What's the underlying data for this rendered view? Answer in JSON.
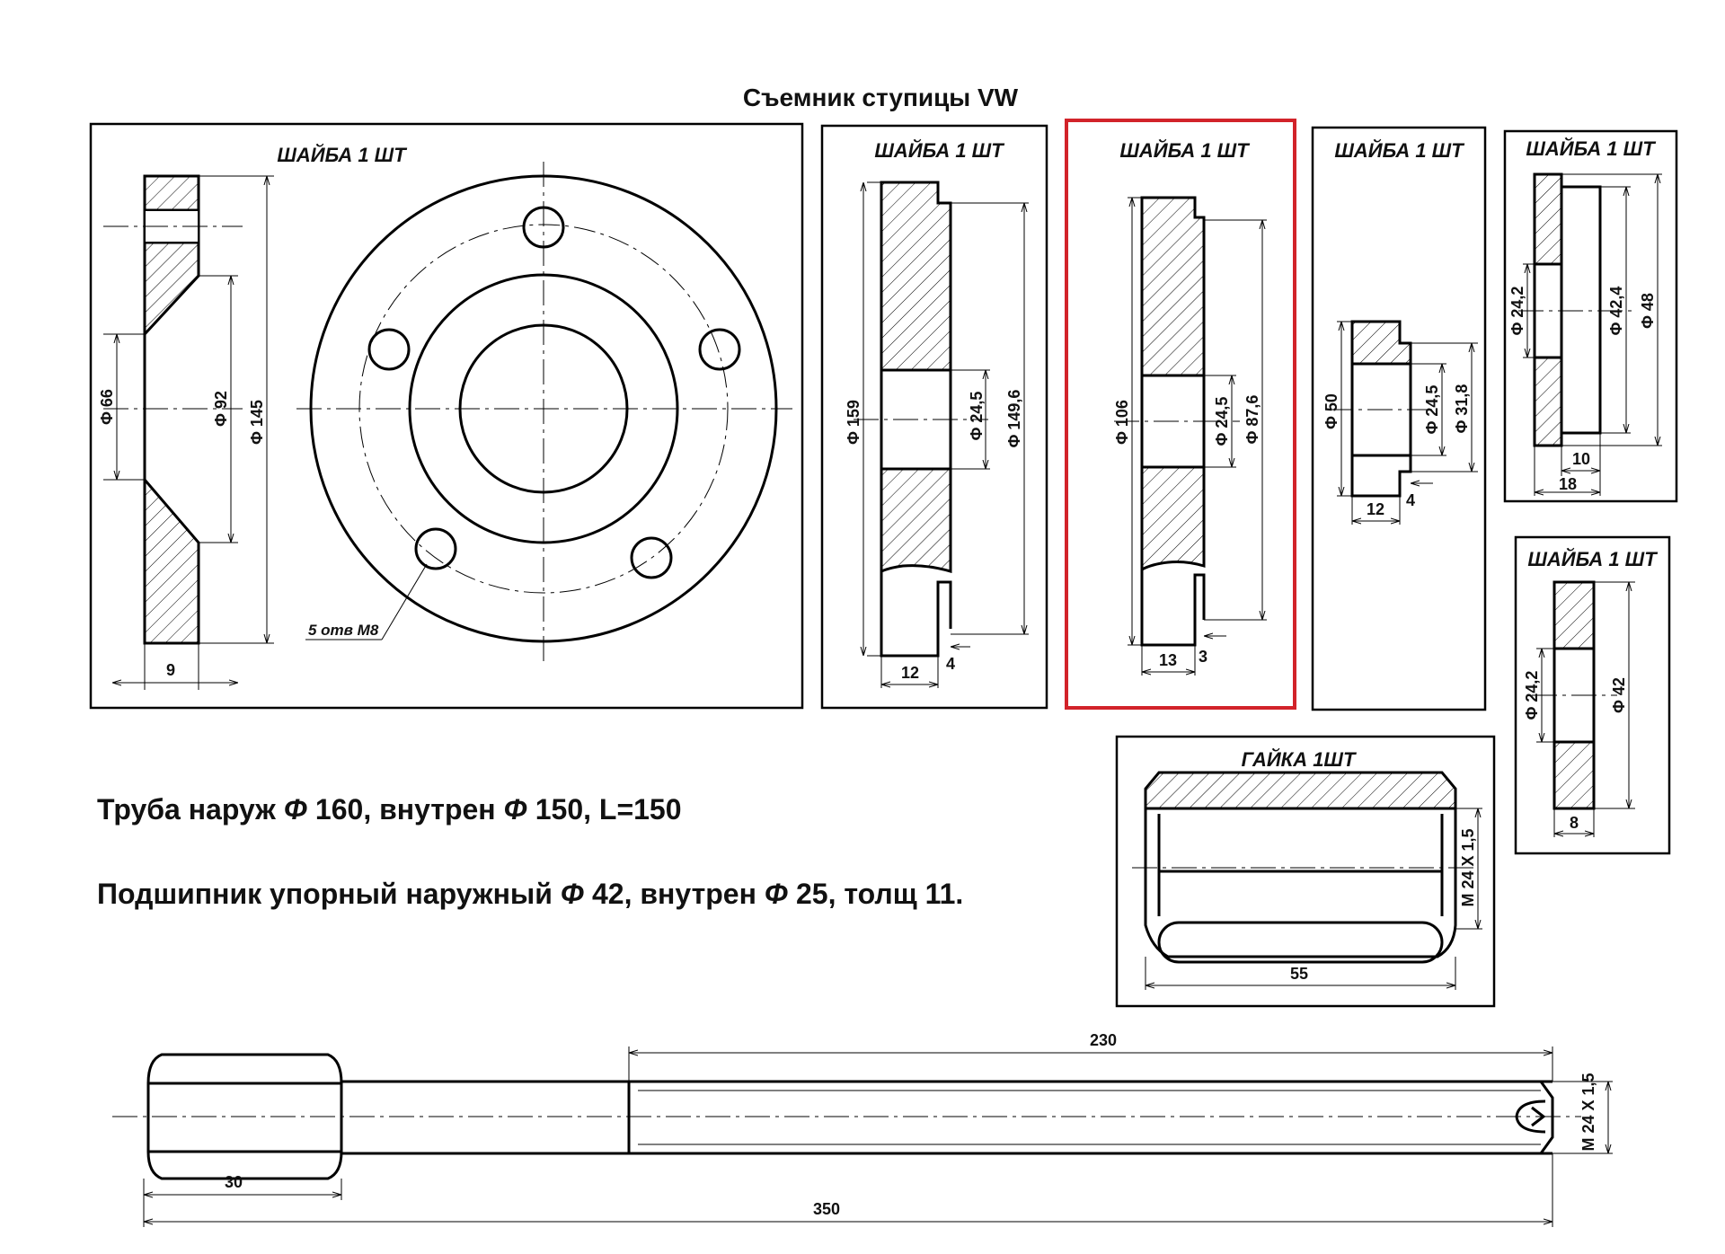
{
  "title": "Съемник ступицы VW",
  "symbols": {
    "diameter": "Φ"
  },
  "colors": {
    "highlight": "#d2232a",
    "ink": "#000000"
  },
  "panels": {
    "flange": {
      "heading": "ШАЙБА 1 ШТ",
      "dims": {
        "d145": "145",
        "d92": "92",
        "d66": "66",
        "t9": "9",
        "holes": "5 отв М8"
      }
    },
    "washer2": {
      "heading": "ШАЙБА 1 ШТ",
      "dims": {
        "d159": "159",
        "d24_5": "24,5",
        "d149_6": "149,6",
        "t12": "12",
        "t4": "4"
      }
    },
    "washer3": {
      "heading": "ШАЙБА 1 ШТ",
      "dims": {
        "d106": "106",
        "d24_5": "24,5",
        "d87_6": "87,6",
        "t13": "13",
        "t3": "3"
      }
    },
    "washer4": {
      "heading": "ШАЙБА 1 ШТ",
      "dims": {
        "d50": "50",
        "d24_5": "24,5",
        "d31_8": "31,8",
        "t12": "12",
        "t4": "4"
      }
    },
    "washer5": {
      "heading": "ШАЙБА 1 ШТ",
      "dims": {
        "d24_2": "24,2",
        "d42_4": "42,4",
        "d48": "48",
        "t10": "10",
        "t18": "18"
      }
    },
    "washer6": {
      "heading": "ШАЙБА 1 ШТ",
      "dims": {
        "d24_2": "24,2",
        "d42": "42",
        "t8": "8"
      }
    },
    "nut": {
      "heading": "ГАЙКА 1ШТ",
      "dims": {
        "thread": "М 24 Х 1,5",
        "len": "55"
      }
    }
  },
  "notes": {
    "pipe": {
      "a": "Труба  наруж",
      "b": "160, внутрен",
      "c": "150,  L=150"
    },
    "bearing": {
      "a": "Подшипник упорный наружный",
      "b": "42, внутрен",
      "c": "25, толщ 11."
    }
  },
  "bolt": {
    "dims": {
      "thread_len": "230",
      "total": "350",
      "head": "30",
      "thread": "М 24 Х 1,5"
    }
  }
}
